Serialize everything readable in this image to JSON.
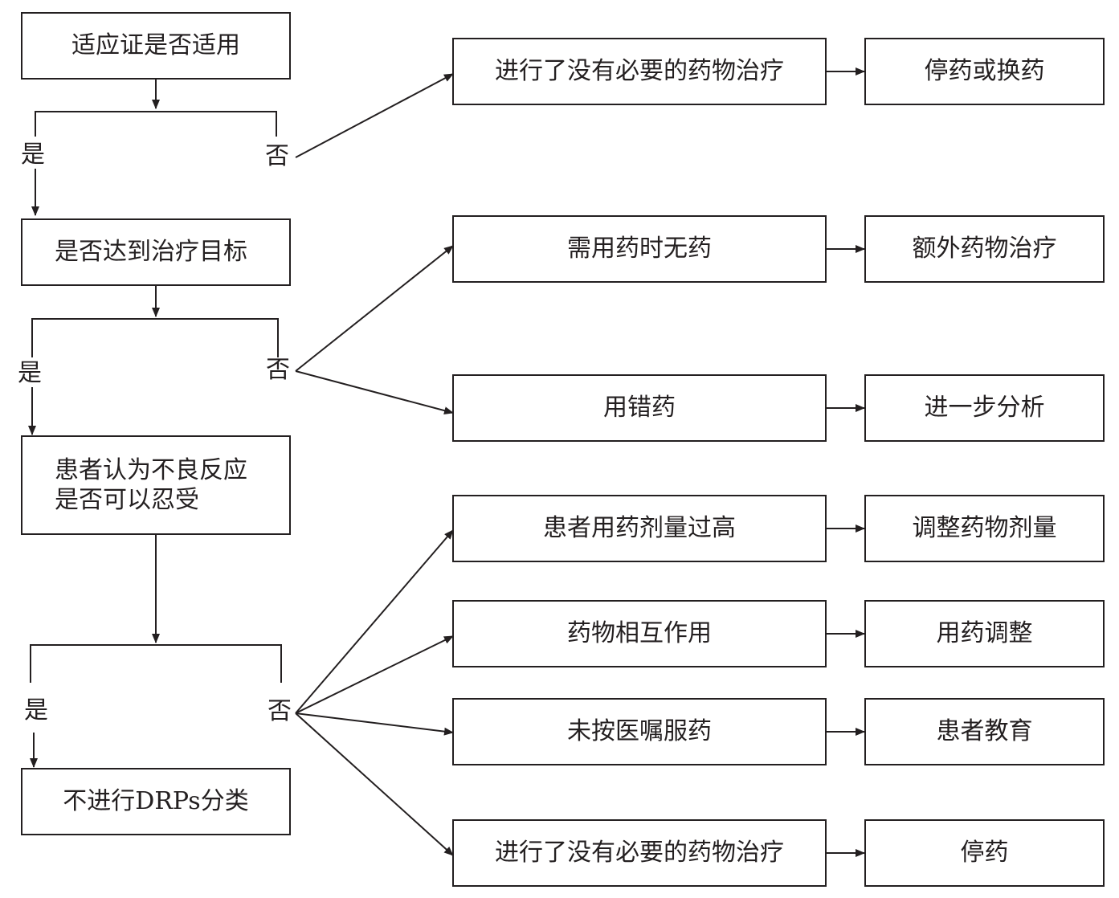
{
  "decisions": {
    "q1": "适应证是否适用",
    "q2": "是否达到治疗目标",
    "q3_line1": "患者认为不良反应",
    "q3_line2": "是否可以忍受",
    "end": "不进行DRPs分类"
  },
  "branch_labels": {
    "yes": "是",
    "no": "否"
  },
  "problems": {
    "p1": "进行了没有必要的药物治疗",
    "p2": "需用药时无药",
    "p3": "用错药",
    "p4": "患者用药剂量过高",
    "p5": "药物相互作用",
    "p6": "未按医嘱服药",
    "p7": "进行了没有必要的药物治疗"
  },
  "actions": {
    "a1": "停药或换药",
    "a2": "额外药物治疗",
    "a3": "进一步分析",
    "a4": "调整药物剂量",
    "a5": "用药调整",
    "a6": "患者教育",
    "a7": "停药"
  }
}
